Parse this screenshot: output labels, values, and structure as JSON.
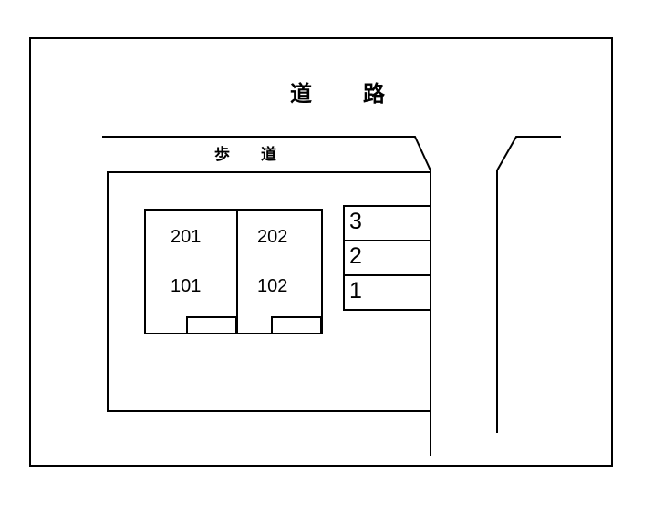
{
  "road": {
    "char1": "道",
    "char2": "路"
  },
  "sidewalk": {
    "char1": "歩",
    "char2": "道"
  },
  "building": {
    "units": {
      "upper_left": "201",
      "upper_right": "202",
      "lower_left": "101",
      "lower_right": "102"
    }
  },
  "parking": {
    "slots": [
      "3",
      "2",
      "1"
    ]
  }
}
